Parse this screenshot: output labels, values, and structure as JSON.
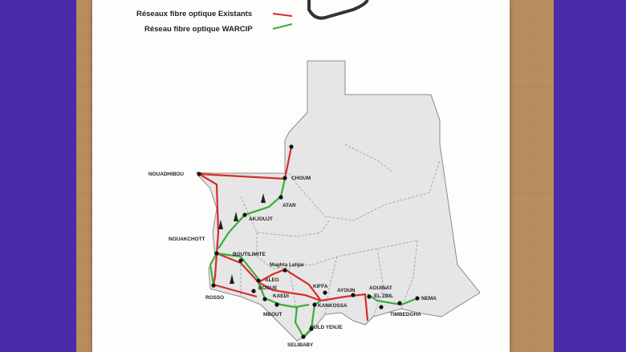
{
  "legend": {
    "existing": "Réseaux fibre optique Existants",
    "warcip": "Réseau fibre optique WARCIP",
    "existing_color": "#d92b2b",
    "warcip_color": "#3cac3c"
  },
  "cities": [
    {
      "id": "nouadhibou",
      "label": "NOUADHIBOU"
    },
    {
      "id": "choum",
      "label": "CHOUM"
    },
    {
      "id": "atar",
      "label": "ATAR"
    },
    {
      "id": "akjoujt",
      "label": "AKJOUJT"
    },
    {
      "id": "nouakchott",
      "label": "NOUAKCHOTT"
    },
    {
      "id": "boutilimite",
      "label": "BOUTILIMITE"
    },
    {
      "id": "maghta",
      "label": "Maghta Lehjar"
    },
    {
      "id": "aleg",
      "label": "ALEG"
    },
    {
      "id": "bogue",
      "label": "BOGUE"
    },
    {
      "id": "rosso",
      "label": "ROSSO"
    },
    {
      "id": "kaedi",
      "label": "KAEDI"
    },
    {
      "id": "mbout",
      "label": "MBOUT"
    },
    {
      "id": "selibaby",
      "label": "SELIBABY"
    },
    {
      "id": "kiffa",
      "label": "KIFFA"
    },
    {
      "id": "kankossa",
      "label": "KANKOSSA"
    },
    {
      "id": "ouldyenje",
      "label": "OULD YENJE"
    },
    {
      "id": "ayoun",
      "label": "AYOUN"
    },
    {
      "id": "aouinat",
      "label": "AOUINAT"
    },
    {
      "id": "elzbil",
      "label": "EL ZBIL"
    },
    {
      "id": "timbedgha",
      "label": "TIMBEDGHA"
    },
    {
      "id": "nema",
      "label": "NEMA"
    }
  ],
  "colors": {
    "background": "#4a2aa8",
    "board": "#b98e5e",
    "paper": "#fdfdfb",
    "country_fill": "#e6e6e6",
    "border": "#8a8a8a"
  }
}
